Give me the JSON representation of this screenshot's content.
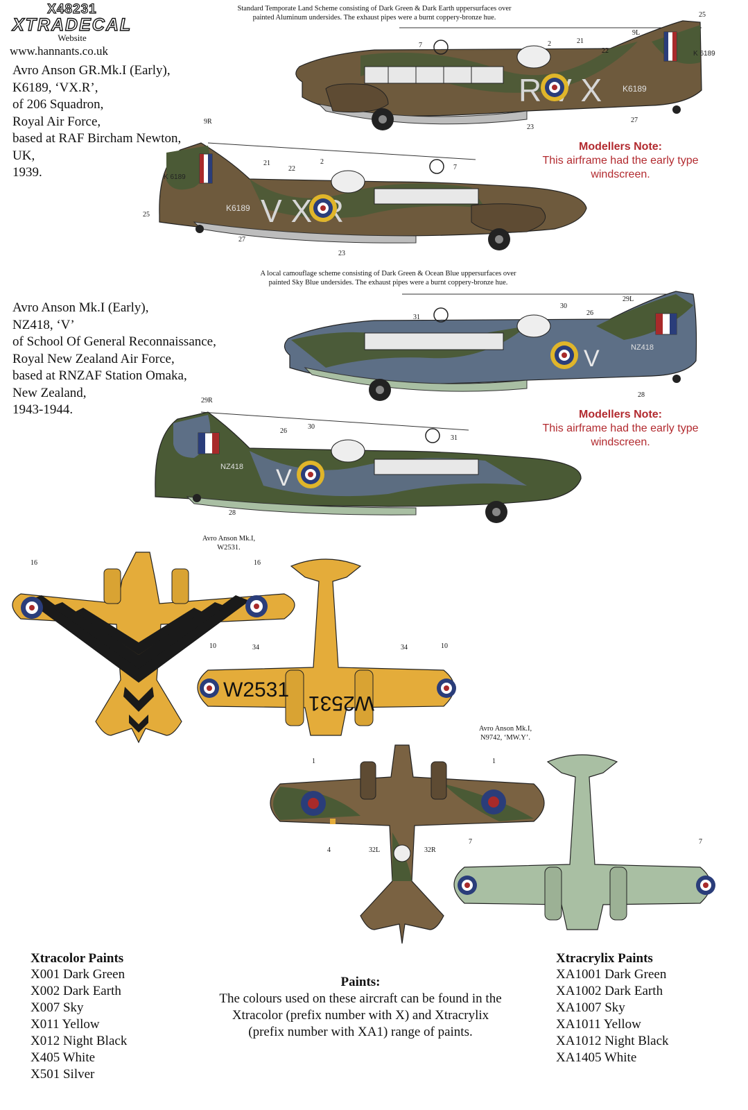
{
  "brand": {
    "code": "X48231",
    "name": "XTRADECAL",
    "website_label": "Website",
    "url": "www.hannants.co.uk"
  },
  "aircraft1": {
    "description": [
      "Avro Anson GR.Mk.I (Early),",
      "K6189, ‘VX.R’,",
      "of 206 Squadron,",
      "Royal Air Force,",
      "based at RAF Bircham Newton,",
      "UK,",
      "1939."
    ],
    "scheme": [
      "Standard Temporate Land Scheme consisting of Dark Green & Dark Earth uppersurfaces over",
      "painted Aluminum undersides. The exhaust pipes were a burnt coppery-bronze hue."
    ],
    "note_title": "Modellers Note:",
    "note_lines": [
      "This airframe had the early type",
      "windscreen."
    ],
    "code_right": "R   V X",
    "code_left": "V X   R",
    "serial": "K6189",
    "fin_code": "K 6189",
    "callouts_top": [
      "25",
      "9L",
      "7",
      "2",
      "21",
      "22",
      "23",
      "27"
    ],
    "callouts_bottom": [
      "9R",
      "21",
      "22",
      "2",
      "7",
      "25",
      "27",
      "23"
    ]
  },
  "aircraft2": {
    "description": [
      "Avro Anson Mk.I (Early),",
      "NZ418, ‘V’",
      "of School Of General Reconnaissance,",
      "Royal New Zealand Air Force,",
      "based at RNZAF Station Omaka,",
      "New Zealand,",
      "1943-1944."
    ],
    "scheme": [
      "A local camouflage scheme consisting of Dark Green & Ocean Blue uppersurfaces over",
      "painted Sky Blue undersides. The exhaust pipes were a burnt coppery-bronze hue."
    ],
    "note_title": "Modellers Note:",
    "note_lines": [
      "This airframe had the early type",
      "windscreen."
    ],
    "code": "V",
    "serial": "NZ418",
    "callouts_top": [
      "29L",
      "30",
      "26",
      "31",
      "28"
    ],
    "callouts_bottom": [
      "29R",
      "26",
      "30",
      "31",
      "28"
    ]
  },
  "plan_w2531": {
    "caption": [
      "Avro Anson Mk.I,",
      "W2531."
    ],
    "serial_left": "W2531",
    "serial_right": "W2531",
    "callouts": [
      "16",
      "16",
      "10",
      "34",
      "34",
      "10"
    ]
  },
  "plan_n9742": {
    "caption": [
      "Avro Anson Mk.I,",
      "N9742, ‘MW.Y’."
    ],
    "callouts": [
      "1",
      "1",
      "4",
      "32L",
      "32R",
      "7",
      "7"
    ]
  },
  "paints_xtracolor": {
    "title": "Xtracolor Paints",
    "items": [
      "X001 Dark Green",
      "X002 Dark Earth",
      "X007 Sky",
      "X011 Yellow",
      "X012 Night Black",
      "X405 White",
      "X501 Silver"
    ]
  },
  "paints_center": {
    "title": "Paints:",
    "lines": [
      "The colours used on these aircraft can be found in the",
      "Xtracolor (prefix number with X) and Xtracrylix",
      "(prefix number with XA1) range of paints."
    ]
  },
  "paints_xtracrylix": {
    "title": "Xtracrylix Paints",
    "items": [
      "XA1001 Dark Green",
      "XA1002 Dark Earth",
      "XA1007 Sky",
      "XA1011 Yellow",
      "XA1012 Night Black",
      "XA1405 White"
    ]
  },
  "colors": {
    "dark_green": "#4a5a35",
    "dark_earth": "#7a6242",
    "ocean_blue": "#5d6f86",
    "sky_blue": "#a9bfa3",
    "yellow": "#e4ac3a",
    "night_black": "#1a1a1a",
    "note_red": "#b22a2f",
    "roundel_blue": "#2a3d7a",
    "roundel_red": "#a82a2a",
    "roundel_yellow": "#e0b52a"
  }
}
